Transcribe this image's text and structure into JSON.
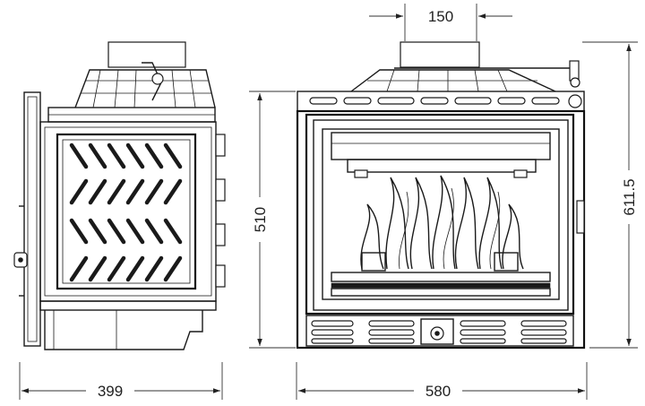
{
  "dimensions": {
    "side_depth": "399",
    "front_width": "580",
    "flue_diameter": "150",
    "door_height": "510",
    "total_height": "611.5"
  }
}
